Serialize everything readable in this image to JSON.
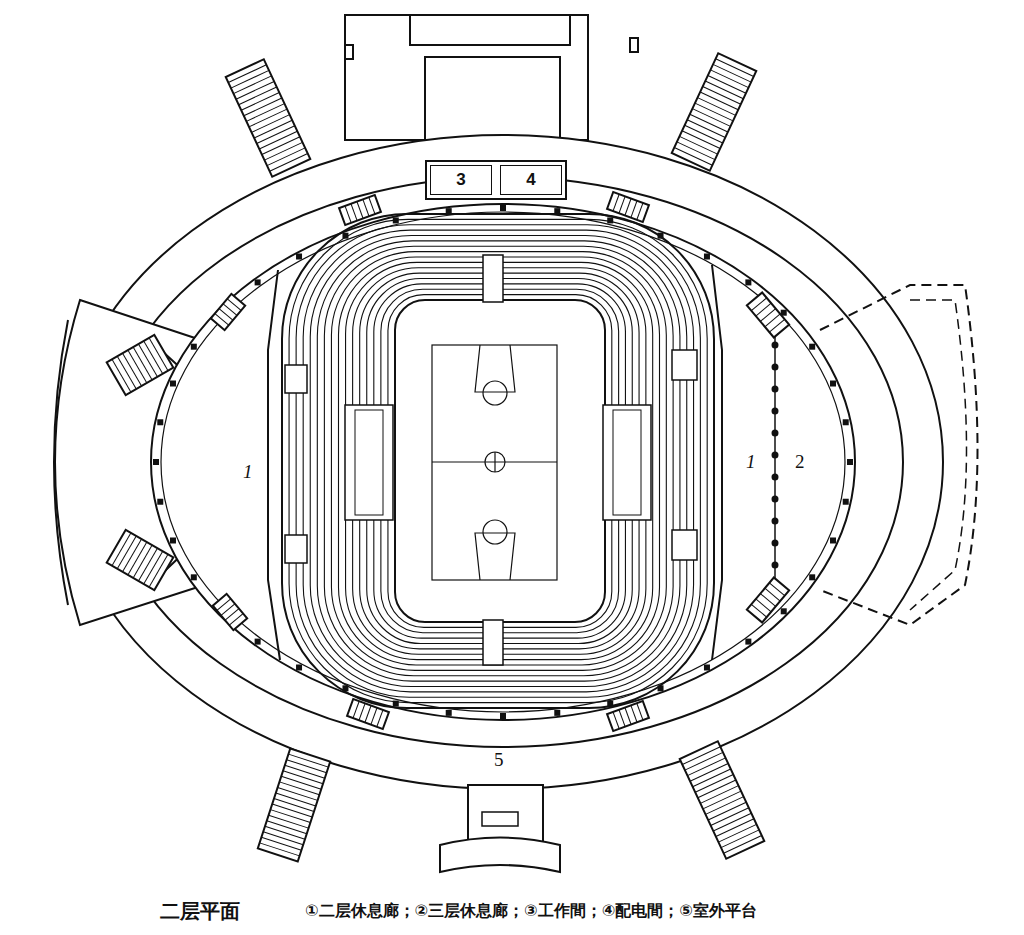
{
  "diagram": {
    "caption": "二层平面",
    "nodes": [
      {
        "text": [
          "3"
        ]
      },
      {
        "text": [
          "4"
        ]
      }
    ],
    "labels": [
      "1",
      "1",
      "2",
      "5",
      "①二层休息廊；②三层休息廊；③工作間；④配电間；⑤室外平台"
    ]
  }
}
